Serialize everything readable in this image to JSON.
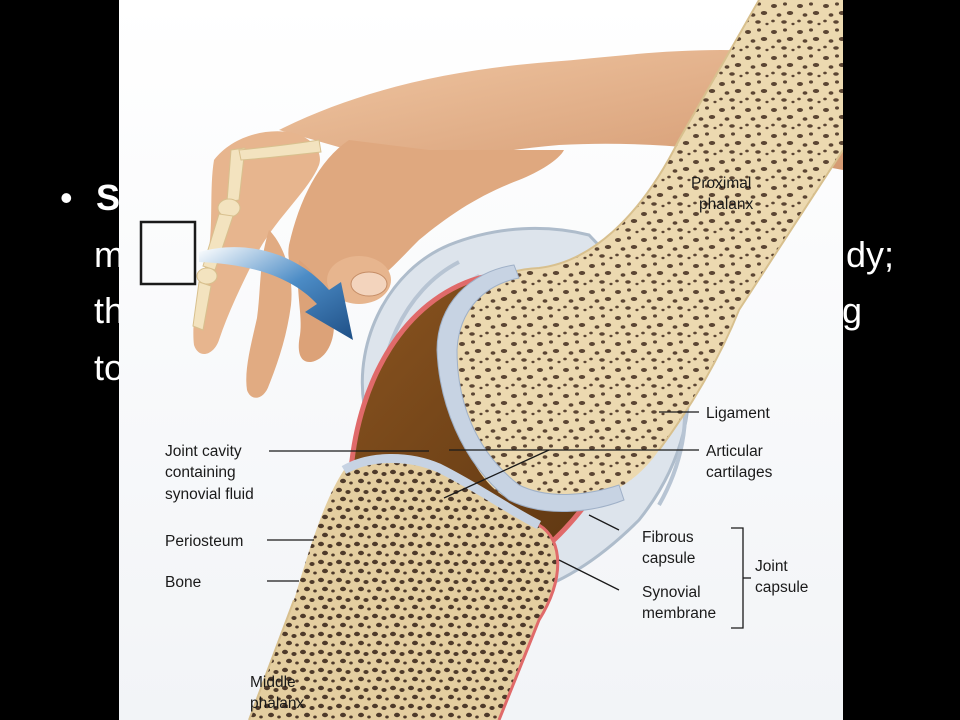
{
  "slide": {
    "bullet": "•",
    "lines": [
      "S",
      "m",
      "dy;",
      "th",
      "g",
      "to"
    ]
  },
  "labels": {
    "proximal_phalanx": [
      "Proximal",
      "phalanx"
    ],
    "ligament": "Ligament",
    "joint_cavity": [
      "Joint cavity",
      "containing",
      "synovial fluid"
    ],
    "articular_cartilages": [
      "Articular",
      "cartilages"
    ],
    "periosteum": "Periosteum",
    "fibrous_capsule": [
      "Fibrous",
      "capsule"
    ],
    "joint_capsule": [
      "Joint",
      "capsule"
    ],
    "bone": "Bone",
    "synovial_membrane": [
      "Synovial",
      "membrane"
    ],
    "middle_phalanx": [
      "Middle",
      "phalanx"
    ]
  },
  "colors": {
    "background": "#000000",
    "bone": "#ecd9b0",
    "spongy": "#5b4533",
    "cartilage": "#c7d3e3",
    "synovial_fluid": "#6e4215",
    "membrane": "#e06a6a",
    "ligament": "#c4cfdc",
    "skin": "#e3b08a",
    "arrow": "#2d6fa9"
  }
}
